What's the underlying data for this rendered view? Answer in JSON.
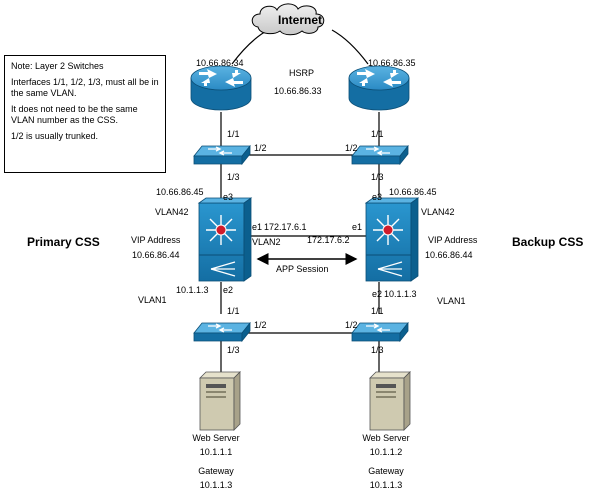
{
  "note": {
    "title": "Note: Layer 2 Switches",
    "line1": "Interfaces 1/1, 1/2, 1/3, must all be in the same VLAN.",
    "line2": "It does not need to be the same VLAN number as the CSS.",
    "line3": "1/2 is usually trunked."
  },
  "internet": "Internet",
  "hsrp": {
    "label": "HSRP",
    "address": "10.66.86.33"
  },
  "router_left": {
    "address": "10.66.86.34"
  },
  "router_right": {
    "address": "10.66.86.35"
  },
  "top_switch_left": {
    "p1": "1/1",
    "p2": "1/2",
    "p3": "1/3"
  },
  "top_switch_right": {
    "p1": "1/1",
    "p2": "1/2",
    "p3": "1/3"
  },
  "css_left": {
    "title": "Primary CSS",
    "e3_address": "10.66.86.45",
    "e3": "e3",
    "vlan42": "VLAN42",
    "vip_label": "VIP Address",
    "vip": "10.66.86.44",
    "e1": "e1",
    "e1_address": "172.17.6.1",
    "vlan2": "VLAN2",
    "e2": "e2",
    "e2_address": "10.1.1.3",
    "vlan1": "VLAN1"
  },
  "css_right": {
    "title": "Backup CSS",
    "e3": "e3",
    "e3_address": "10.66.86.45",
    "vlan42": "VLAN42",
    "vip_label": "VIP Address",
    "vip": "10.66.86.44",
    "e1": "e1",
    "e1_address": "172.17.6.2",
    "e2": "e2",
    "e2_address": "10.1.1.3",
    "vlan1": "VLAN1"
  },
  "app_session": "APP Session",
  "bottom_switch_left": {
    "p1": "1/1",
    "p2": "1/2",
    "p3": "1/3"
  },
  "bottom_switch_right": {
    "p1": "1/1",
    "p2": "1/2",
    "p3": "1/3"
  },
  "server_left": {
    "label": "Web Server",
    "ip": "10.1.1.1",
    "gw_label": "Gateway",
    "gw": "10.1.1.3"
  },
  "server_right": {
    "label": "Web Server",
    "ip": "10.1.1.2",
    "gw_label": "Gateway",
    "gw": "10.1.1.3"
  },
  "colors": {
    "device_blue": "#1f8fc7",
    "device_dark": "#0b5f8e",
    "server_beige": "#cfcab0",
    "cloud_gray": "#d8d8d8"
  }
}
